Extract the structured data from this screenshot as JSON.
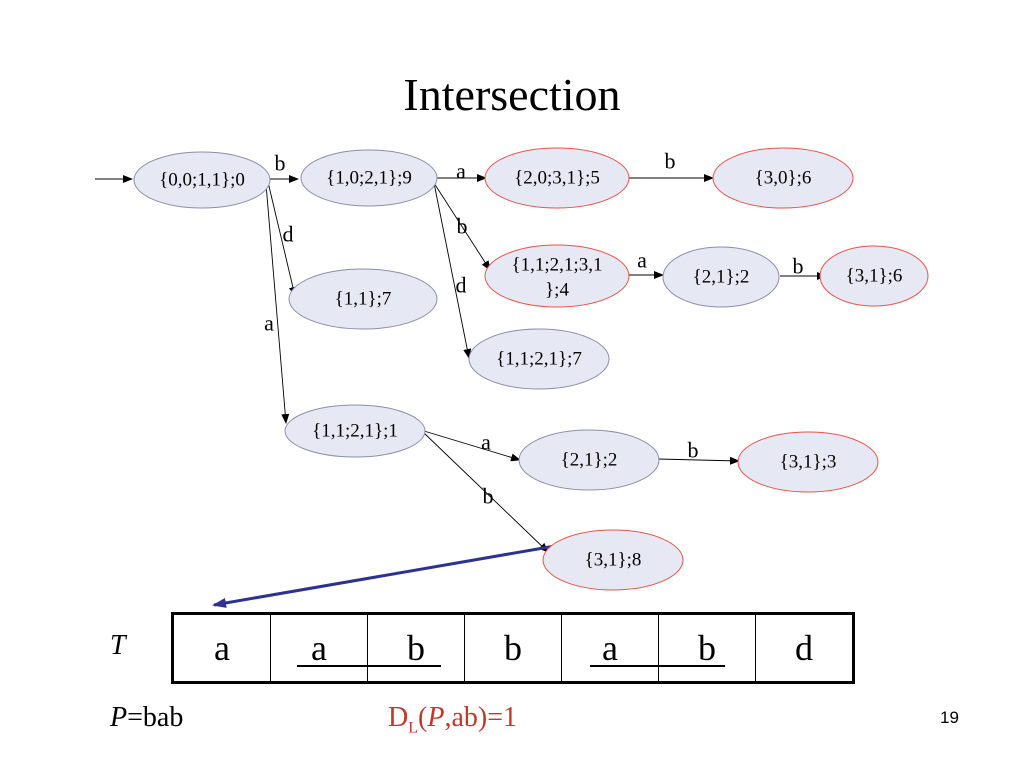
{
  "title": "Intersection",
  "nodes": [
    {
      "id": "n0",
      "label": "{0,0;1,1};0",
      "final": false
    },
    {
      "id": "n1",
      "label": "{1,0;2,1};9",
      "final": false
    },
    {
      "id": "n2",
      "label": "{2,0;3,1};5",
      "final": true
    },
    {
      "id": "n3",
      "label": "{3,0};6",
      "final": true
    },
    {
      "id": "n4a",
      "label": "{1,1;2,1;3,1",
      "final": true
    },
    {
      "id": "n4b",
      "label": "};4",
      "final": true
    },
    {
      "id": "n5",
      "label": "{2,1};2",
      "final": false
    },
    {
      "id": "n6",
      "label": "{3,1};6",
      "final": true
    },
    {
      "id": "n7",
      "label": "{1,1};7",
      "final": false
    },
    {
      "id": "n8",
      "label": "{1,1;2,1};7",
      "final": false
    },
    {
      "id": "n9",
      "label": "{1,1;2,1};1",
      "final": false
    },
    {
      "id": "n10",
      "label": "{2,1};2",
      "final": false
    },
    {
      "id": "n11",
      "label": "{3,1};3",
      "final": true
    },
    {
      "id": "n12",
      "label": "{3,1};8",
      "final": true
    }
  ],
  "edge_labels": {
    "e0_1": "b",
    "e1_2": "a",
    "e2_3": "b",
    "e0_7": "d",
    "e0_9": "a",
    "e1_4": "b",
    "e1_8": "d",
    "e4_5": "a",
    "e5_6": "b",
    "e9_10": "a",
    "e10_11": "b",
    "e9_12": "b"
  },
  "text_label": "T",
  "text_cells": [
    "a",
    "a",
    "b",
    "b",
    "a",
    "b",
    "d"
  ],
  "pattern": {
    "var": "P",
    "eq": "=bab"
  },
  "distance": {
    "d": "D",
    "sub": "L",
    "open": "(",
    "var": "P",
    "rest": ",ab)=1"
  },
  "page_number": "19",
  "colors": {
    "final_node_border": "#e8534a",
    "pointer_arrow": "#2e3192",
    "distance_text": "#c0392b"
  }
}
